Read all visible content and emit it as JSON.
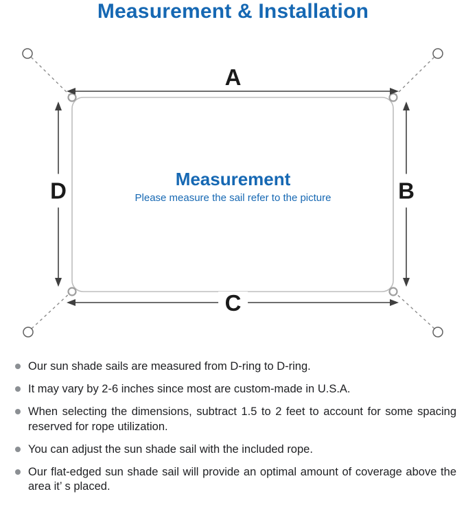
{
  "title": "Measurement & Installation",
  "colors": {
    "accent_blue": "#1668b3",
    "body_text": "#202124",
    "arrow_line": "#3f3f3f",
    "sail_outline": "#bdbdbd",
    "rope_dashed": "#8c8c8c",
    "bullet_gray": "#8b8f93"
  },
  "diagram": {
    "labels": {
      "top": "A",
      "right": "B",
      "bottom": "C",
      "left": "D"
    },
    "center_title": "Measurement",
    "center_subtitle": "Please measure the sail refer to the picture"
  },
  "notes": [
    "Our sun shade sails are measured from D-ring to D-ring.",
    "It may vary by 2-6 inches since most are custom-made in U.S.A.",
    "When selecting the dimensions, subtract 1.5 to 2 feet to account for some spacing reserved for rope utilization.",
    "You can adjust the sun shade sail with the included rope.",
    "Our flat-edged sun shade sail will provide an optimal amount of coverage above the area it’ s placed."
  ]
}
